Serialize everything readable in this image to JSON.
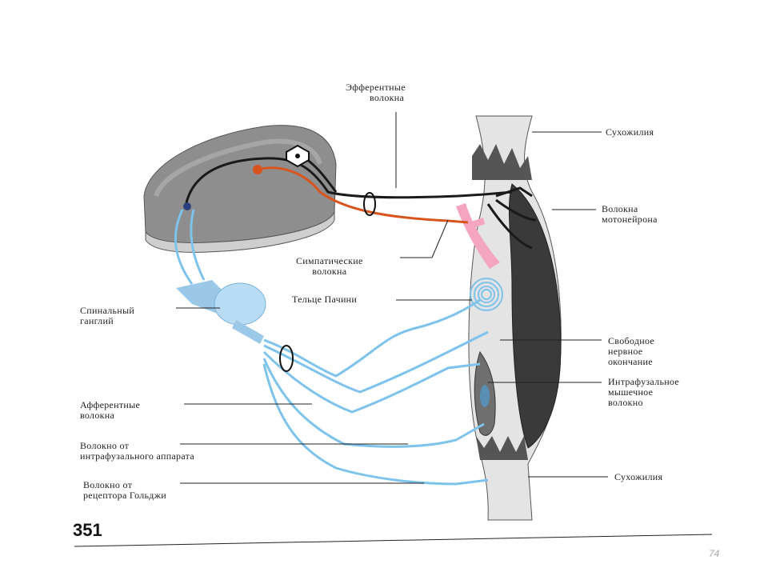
{
  "labels": {
    "efferent": [
      "Эфферентные",
      "волокна"
    ],
    "tendon_top": "Сухожилия",
    "motoneuron": [
      "Волокна",
      "мотонейрона"
    ],
    "sympathetic": [
      "Симпатические",
      "волокна"
    ],
    "pacini": "Тельце Пачини",
    "ganglion": [
      "Спинальный",
      "ганглий"
    ],
    "free_ending": [
      "Свободное",
      "нервное",
      "окончание"
    ],
    "intrafusal": [
      "Интрафузальное",
      "мышечное",
      "волокно"
    ],
    "afferent": [
      "Афферентные",
      "волокна"
    ],
    "intrafusal_fiber": [
      "Волокно от",
      "интрафузального аппарата"
    ],
    "golgi_fiber": [
      "Волокно от",
      "рецептора Гольджи"
    ],
    "tendon_bottom": "Сухожилия"
  },
  "page_number": "351",
  "slide_number": "74",
  "colors": {
    "efferent": "#1a1a1a",
    "sympathetic": "#d9541c",
    "afferent": "#7ec3ec",
    "muscle": "#3a3a3a",
    "vessel": "#f4a6c0",
    "cord": "#9c9c9c"
  }
}
